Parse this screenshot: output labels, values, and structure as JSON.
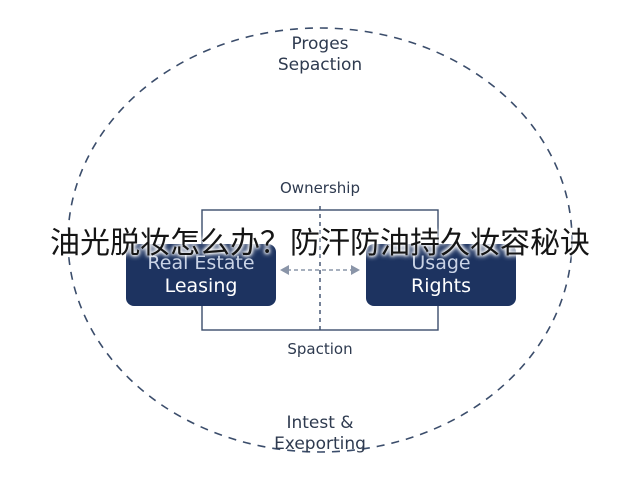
{
  "diagram": {
    "top_label": [
      "Proges",
      "Sepaction"
    ],
    "bottom_label": [
      "Intest &",
      "Exeporting"
    ],
    "center_top_label": "Ownership",
    "center_bottom_label": "Spaction",
    "left_box": [
      "Real Estate",
      "Leasing"
    ],
    "right_box": [
      "Usage",
      "Rights"
    ],
    "colors": {
      "box_fill": "#1d3360",
      "outline": "#3b4d6b",
      "text": "#2e3a4f"
    }
  },
  "overlay_caption": "油光脱妆怎么办？防汗防油持久妆容秘诀"
}
